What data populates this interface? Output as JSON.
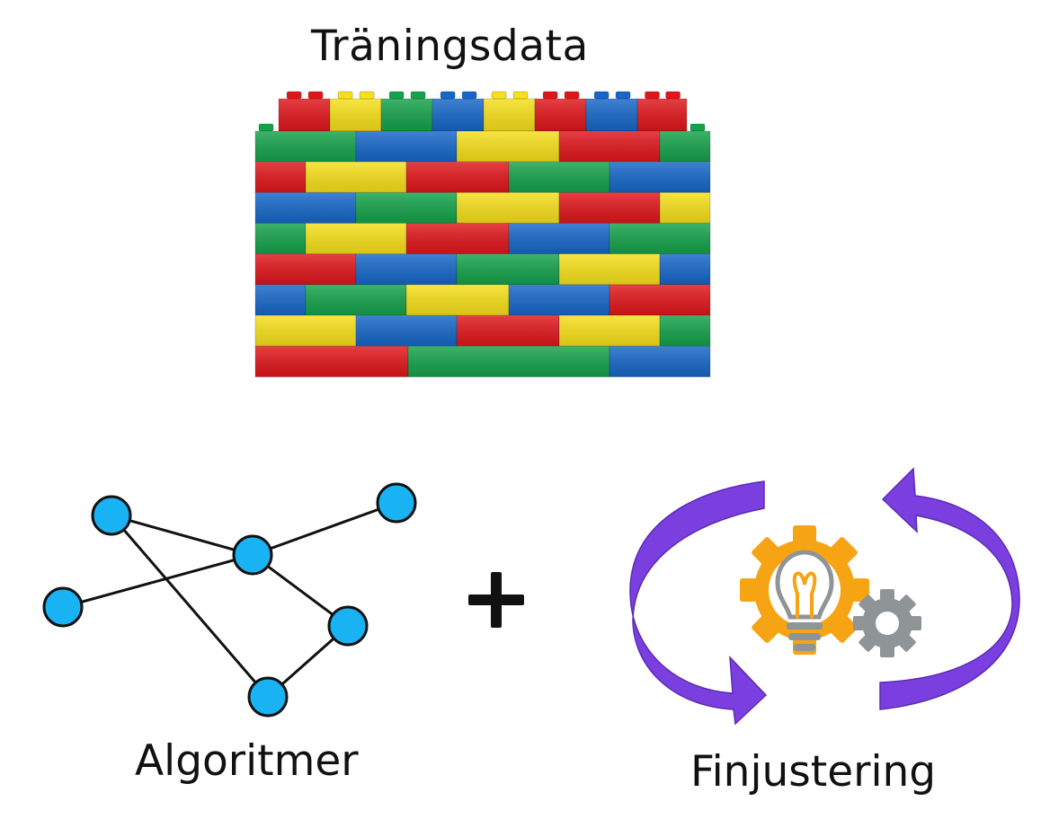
{
  "diagram": {
    "training_title": "Träningsdata",
    "algorithm_label": "Algoritmer",
    "finetuning_label": "Finjustering",
    "plus_sign": "+"
  },
  "colors": {
    "brick_red": "#e0161b",
    "brick_yellow": "#f7e019",
    "brick_green": "#14a24a",
    "brick_blue": "#1667c8",
    "node_fill": "#19b2f2",
    "edge": "#111111",
    "arrow_purple": "#7b3fe0",
    "gear_orange": "#f6a414",
    "gear_gray": "#8f9496",
    "bulb_orange": "#f6a414"
  },
  "icons": [
    "lego-brick-wall",
    "network-graph",
    "plus-icon",
    "cycle-arrows-icon",
    "gear-bulb-icon",
    "small-gear-icon"
  ]
}
